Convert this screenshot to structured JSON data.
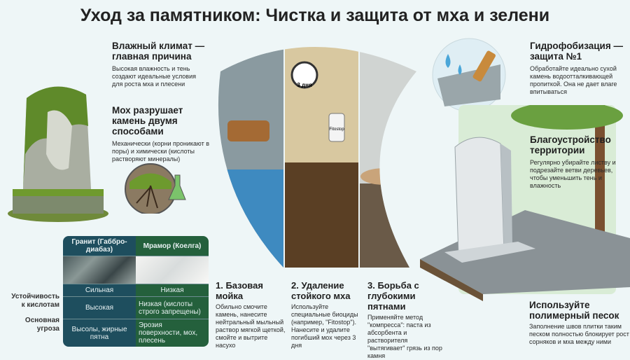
{
  "title": "Уход за памятником: Чистка и защита от мха и зелени",
  "left": {
    "block1": {
      "heading": "Влажный климат — главная причина",
      "text": "Высокая влажность и тень создают идеальные условия для роста мха и плесени"
    },
    "block2": {
      "heading": "Мох разрушает камень двумя способами",
      "text": "Механически (корни проникают в поры) и химически (кислоты растворяют минералы)"
    }
  },
  "table": {
    "columns": [
      "Гранит (Габбро-диабаз)",
      "Мрамор (Коелга)"
    ],
    "rows": [
      {
        "label": "",
        "values": [
          "Сильная",
          "Низкая"
        ]
      },
      {
        "label": "Устойчивость к кислотам",
        "values": [
          "Высокая",
          "Низкая (кислоты строго запрещены)"
        ]
      },
      {
        "label": "Основная угроза",
        "values": [
          "Высолы, жирные пятна",
          "Эрозия поверхности, мох, плесень"
        ]
      }
    ]
  },
  "illustration": {
    "timer_label": "3 дня",
    "spray_label": "Fitostop"
  },
  "steps": [
    {
      "heading": "1. Базовая мойка",
      "text": "Обильно смочите камень, нанесите нейтральный мыльный раствор мягкой щеткой, смойте и вытрите насухо"
    },
    {
      "heading": "2. Удаление стойкого мха",
      "text": "Используйте специальные биоциды (например, \"Fitostop\"). Нанесите и удалите погибший мох через 3 дня"
    },
    {
      "heading": "3. Борьба с глубокими пятнами",
      "text": "Применяйте метод \"компресса\": паста из абсорбента и растворителя \"вытягивает\" грязь из пор камня"
    }
  ],
  "right": {
    "block1": {
      "heading": "Гидрофобизация — защита №1",
      "text": "Обработайте идеально сухой камень водоотталкивающей пропиткой. Она не дает влаге впитываться"
    },
    "block2": {
      "heading": "Благоустройство территории",
      "text": "Регулярно убирайте листву и подрезайте ветви деревьев, чтобы уменьшить тень и влажность"
    },
    "block3": {
      "heading": "Используйте полимерный песок",
      "text": "Заполнение швов плитки таким песком полностью блокирует рост сорняков и мха между ними"
    }
  },
  "colors": {
    "granite": "#1e4e5e",
    "marble": "#24603c",
    "background": "#eef6f7"
  }
}
